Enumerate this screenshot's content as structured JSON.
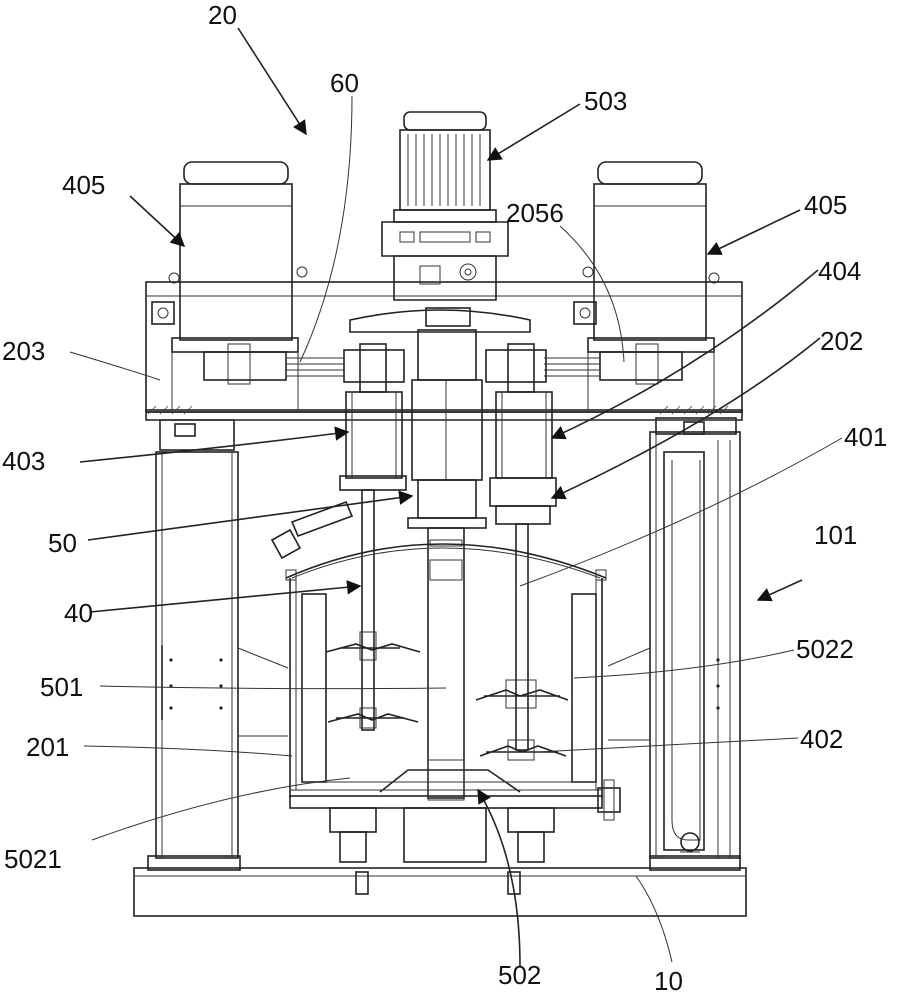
{
  "labels": {
    "l20": "20",
    "l60": "60",
    "l503": "503",
    "l405a": "405",
    "l405b": "405",
    "l2056": "2056",
    "l404": "404",
    "l203": "203",
    "l202": "202",
    "l401": "401",
    "l403": "403",
    "l50": "50",
    "l101": "101",
    "l40": "40",
    "l5022": "5022",
    "l501": "501",
    "l201": "201",
    "l402": "402",
    "l5021": "5021",
    "l502": "502",
    "l10": "10"
  }
}
